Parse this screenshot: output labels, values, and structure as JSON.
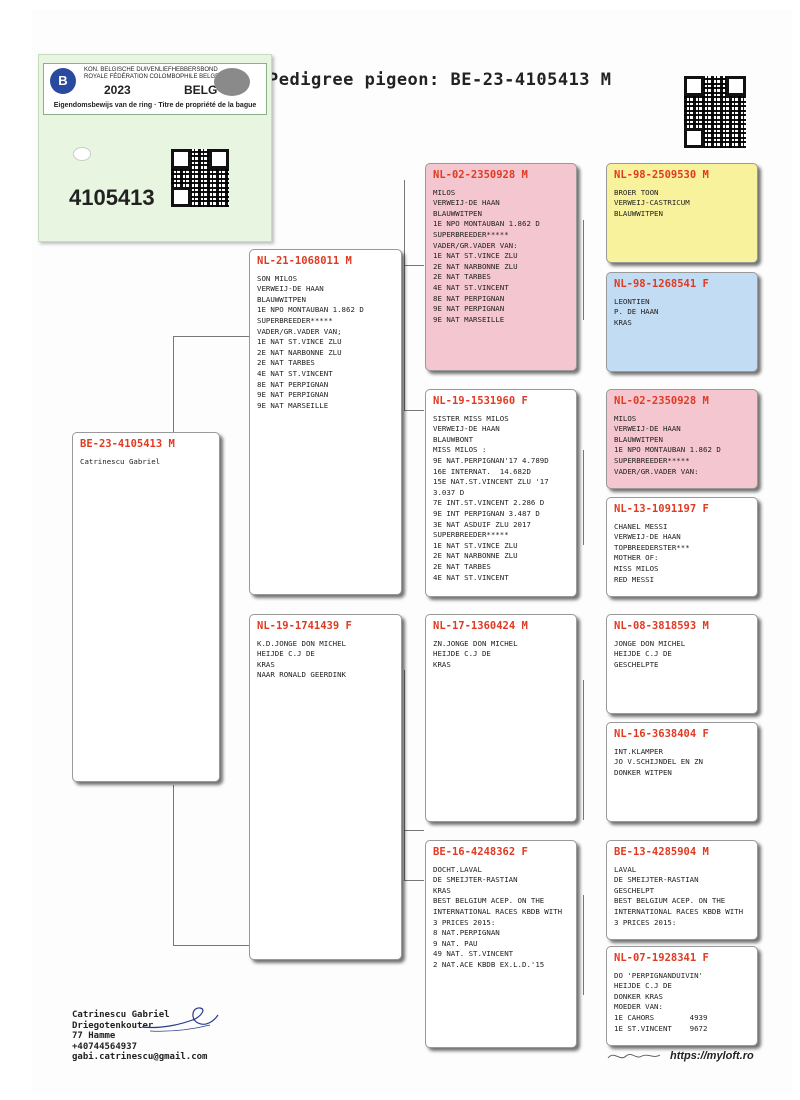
{
  "title": "Pedigree pigeon: BE-23-4105413 M",
  "ring_card": {
    "federation_nl": "KON. BELGISCHE DUIVENLIEFHEBBERSBOND",
    "federation_fr": "ROYALE FÉDÉRATION COLOMBOPHILE BELGE",
    "year": "2023",
    "country": "BELG",
    "ownership": "Eigendomsbewijs van de ring · Titre de propriété de la bague",
    "number": "4105413"
  },
  "pigeons": {
    "subject": {
      "ring": "BE-23-4105413 M",
      "lines": [
        "Catrinescu Gabriel"
      ]
    },
    "sire": {
      "ring": "NL-21-1068011 M",
      "lines": [
        "SON MILOS",
        "VERWEIJ-DE HAAN",
        "BLAUWWITPEN",
        "1E NPO MONTAUBAN 1.862 D",
        "SUPERBREEDER*****",
        "VADER/GR.VADER VAN;",
        "1E NAT ST.VINCE ZLU",
        "2E NAT NARBONNE ZLU",
        "2E NAT TARBES",
        "4E NAT ST.VINCENT",
        "8E NAT PERPIGNAN",
        "9E NAT PERPIGNAN",
        "9E NAT MARSEILLE"
      ]
    },
    "dam": {
      "ring": "NL-19-1741439 F",
      "lines": [
        "K.D.JONGE DON MICHEL",
        "HEIJDE C.J DE",
        "KRAS",
        "NAAR RONALD GEERDINK"
      ]
    },
    "ss": {
      "ring": "NL-02-2350928 M",
      "lines": [
        "MILOS",
        "VERWEIJ-DE HAAN",
        "BLAUWWITPEN",
        "1E NPO MONTAUBAN 1.862 D",
        "SUPERBREEDER*****",
        "VADER/GR.VADER VAN:",
        "1E NAT ST.VINCE ZLU",
        "2E NAT NARBONNE ZLU",
        "2E NAT TARBES",
        "4E NAT ST.VINCENT",
        "8E NAT PERPIGNAN",
        "9E NAT PERPIGNAN",
        "9E NAT MARSEILLE"
      ]
    },
    "sd": {
      "ring": "NL-19-1531960 F",
      "lines": [
        "SISTER MISS MILOS",
        "VERWEIJ-DE HAAN",
        "BLAUWBONT",
        "MISS MILOS :",
        "9E NAT.PERPIGNAN'17 4.789D",
        "16E INTERNAT.  14.682D",
        "15E NAT.ST.VINCENT ZLU '17",
        "3.037 D",
        "7E INT.ST.VINCENT 2.286 D",
        "9E INT PERPIGNAN 3.487 D",
        "3E NAT ASDUIF ZLU 2017",
        "SUPERBREEDER*****",
        "1E NAT ST.VINCE ZLU",
        "2E NAT NARBONNE ZLU",
        "2E NAT TARBES",
        "4E NAT ST.VINCENT"
      ]
    },
    "ds": {
      "ring": "NL-17-1360424 M",
      "lines": [
        "ZN.JONGE DON MICHEL",
        "HEIJDE C.J DE",
        "KRAS"
      ]
    },
    "dd": {
      "ring": "BE-16-4248362 F",
      "lines": [
        "DOCHT.LAVAL",
        "DE SMEIJTER-RASTIAN",
        "KRAS",
        "BEST BELGIUM ACEP. ON THE",
        "INTERNATIONAL RACES KBDB WITH",
        "3 PRICES 2015:",
        "8 NAT.PERPIGNAN",
        "9 NAT. PAU",
        "49 NAT. ST.VINCENT",
        "2 NAT.ACE KBDB EX.L.D.'15"
      ]
    },
    "sss": {
      "ring": "NL-98-2509530 M",
      "lines": [
        "BROER TOON",
        "VERWEIJ-CASTRICUM",
        "BLAUWWITPEN"
      ]
    },
    "ssd": {
      "ring": "NL-98-1268541 F",
      "lines": [
        "LEONTIEN",
        "P. DE HAAN",
        "KRAS"
      ]
    },
    "sds": {
      "ring": "NL-02-2350928 M",
      "lines": [
        "MILOS",
        "VERWEIJ-DE HAAN",
        "BLAUWWITPEN",
        "1E NPO MONTAUBAN 1.862 D",
        "SUPERBREEDER*****",
        "VADER/GR.VADER VAN:"
      ]
    },
    "sdd": {
      "ring": "NL-13-1091197 F",
      "lines": [
        "CHANEL MESSI",
        "VERWEIJ-DE HAAN",
        "TOPBREEDERSTER***",
        "MOTHER OF:",
        "MISS MILOS",
        "RED MESSI"
      ]
    },
    "dss": {
      "ring": "NL-08-3818593 M",
      "lines": [
        "JONGE DON MICHEL",
        "HEIJDE C.J DE",
        "GESCHELPTE"
      ]
    },
    "dsd": {
      "ring": "NL-16-3638404 F",
      "lines": [
        "INT.KLAMPER",
        "JO V.SCHIJNDEL EN ZN",
        "DONKER WITPEN"
      ]
    },
    "dds": {
      "ring": "BE-13-4285904 M",
      "lines": [
        "LAVAL",
        "DE SMEIJTER-RASTIAN",
        "GESCHELPT",
        "BEST BELGIUM ACEP. ON THE",
        "INTERNATIONAL RACES KBDB WITH",
        "3 PRICES 2015:"
      ]
    },
    "ddd": {
      "ring": "NL-07-1928341 F",
      "lines": [
        "DO 'PERPIGNANDUIVIN'",
        "HEIJDE C.J DE",
        "DONKER KRAS",
        "MOEDER VAN:",
        "1E CAHORS        4939",
        "1E ST.VINCENT    9672"
      ]
    }
  },
  "footer": {
    "name": "Catrinescu Gabriel",
    "street": "Driegotenkouter",
    "city": "77 Hamme",
    "phone": "+40744564937",
    "email": "gabi.catrinescu@gmail.com"
  },
  "website": "https://myloft.ro",
  "colors": {
    "ring_red": "#e03a22",
    "pink": "#f4c6d0",
    "yellow": "#f8f29c",
    "blue": "#c2dcf4",
    "card_green": "#e8f5e0"
  }
}
